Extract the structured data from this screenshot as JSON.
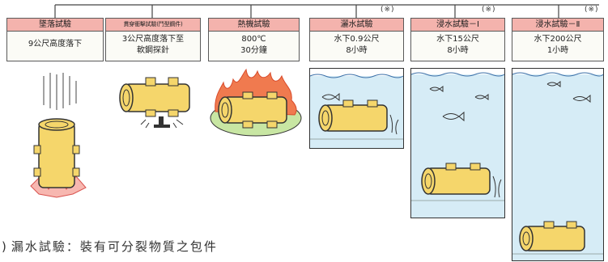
{
  "tests": [
    {
      "title": "墜落試驗",
      "lines": [
        "9公尺高度落下"
      ]
    },
    {
      "title": "貫穿衝擊試驗(鬥型鋼件)",
      "lines": [
        "3公尺高度落下至",
        "軟鋼探針"
      ]
    },
    {
      "title": "熱機試驗",
      "lines": [
        "800℃",
        "30分鐘"
      ]
    },
    {
      "title": "灑水試驗",
      "lines": [
        "水下0.9公尺",
        "8小時"
      ]
    },
    {
      "title": "浸水試驗－Ⅰ",
      "lines": [
        "水下15公尺",
        "8小時"
      ]
    },
    {
      "title": "浸水試驗－Ⅱ",
      "lines": [
        "水下200公尺",
        "1小時"
      ]
    }
  ],
  "notes": [
    "(※)",
    "(※)",
    "(※)"
  ],
  "caption": {
    "paren": ")",
    "text": "漏水試驗：裝有可分裂物質之包件"
  },
  "colors": {
    "header": "#f4b3ad",
    "cask": "#f5d66b",
    "water": "#d6ecf6",
    "fire": "#f07a4f",
    "ground": "#c8e6a3"
  }
}
